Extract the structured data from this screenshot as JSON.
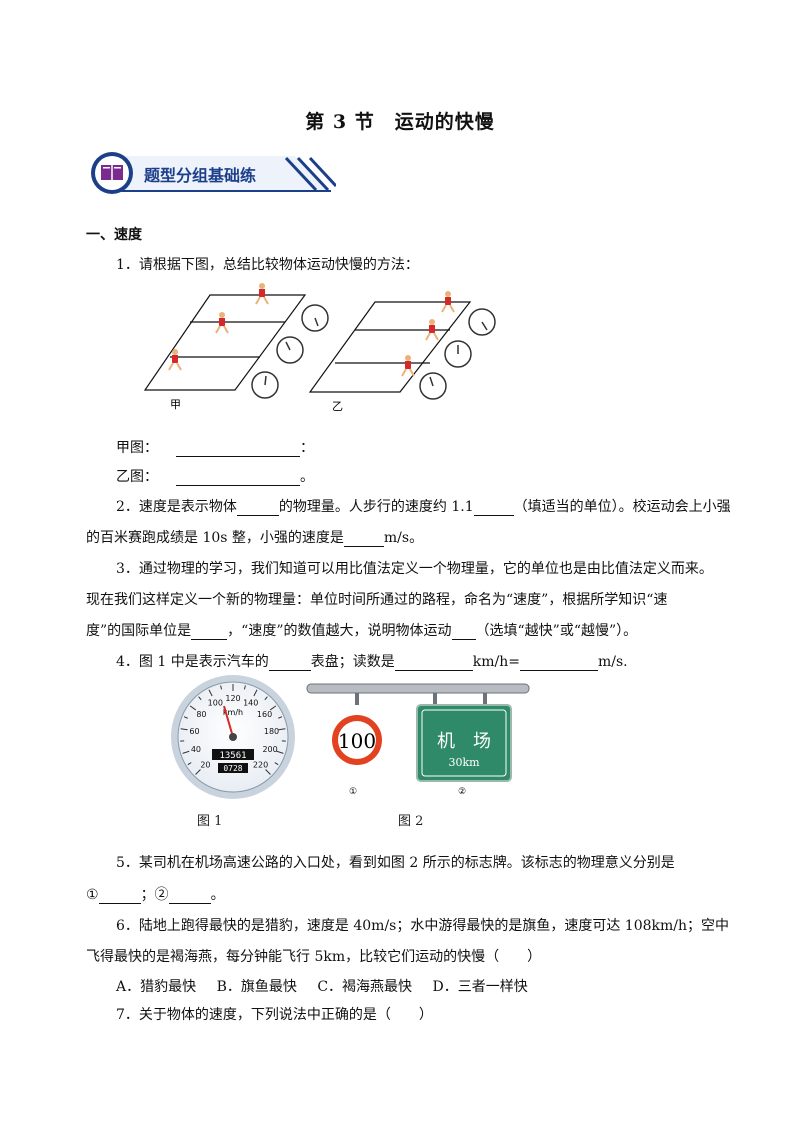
{
  "title": "第 3 节　运动的快慢",
  "banner": {
    "label": "题型分组基础练"
  },
  "section1": {
    "heading": "一、速度"
  },
  "q1": {
    "stem": "1．请根据下图，总结比较物体运动快慢的方法：",
    "fig_a_label": "甲",
    "fig_b_label": "乙",
    "ans_a_prefix": "甲图：",
    "ans_a_suffix": "：",
    "ans_b_prefix": "乙图：",
    "ans_b_suffix": "。"
  },
  "q2": {
    "line1_a": "2．速度是表示物体",
    "line1_b": "的物理量。人步行的速度约 1.1",
    "line1_c": "（填适当的单位）。校运动会上小强",
    "line2_a": "的百米赛跑成绩是 10s 整，小强的速度是",
    "line2_b": "m/s。"
  },
  "q3": {
    "line1": "3．通过物理的学习，我们知道可以用比值法定义一个物理量，它的单位也是由比值法定义而来。",
    "line2": "现在我们这样定义一个新的物理量：单位时间所通过的路程，命名为“速度”，根据所学知识“速",
    "line3_a": "度”的国际单位是",
    "line3_b": "，“速度”的数值越大，说明物体运动",
    "line3_c": "（选填“越快”或“越慢”）。"
  },
  "q4": {
    "stem_a": "4．图 1 中是表示汽车的",
    "stem_b": "表盘；读数是",
    "stem_c": "km/h=",
    "stem_d": "m/s.",
    "speedo_unit": "km/h",
    "speedo_ticks": [
      "20",
      "40",
      "60",
      "80",
      "100",
      "120",
      "140",
      "160",
      "180",
      "200",
      "220"
    ],
    "odometer": "13561",
    "trip": "0728",
    "sign_speed": "100",
    "sign_place": "机　场",
    "sign_distance": "30km",
    "sign_mark_1": "①",
    "sign_mark_2": "②",
    "fig1_label": "图 1",
    "fig2_label": "图 2"
  },
  "q5": {
    "line1": "5．某司机在机场高速公路的入口处，看到如图 2 所示的标志牌。该标志的物理意义分别是",
    "line2_a": "①",
    "line2_b": "；②",
    "line2_c": "。"
  },
  "q6": {
    "line1": "6．陆地上跑得最快的是猎豹，速度是 40m/s；水中游得最快的是旗鱼，速度可达 108km/h；空中",
    "line2": "飞得最快的是褐海燕，每分钟能飞行 5km，比较它们运动的快慢（　　）",
    "options": [
      "A．猎豹最快",
      "B．旗鱼最快",
      "C．褐海燕最快",
      "D．三者一样快"
    ]
  },
  "q7": {
    "stem": "7．关于物体的速度，下列说法中正确的是（　　）"
  },
  "colors": {
    "banner_blue": "#1c3f8a",
    "sign_green": "#2f8a6a",
    "sign_red": "#e2421f",
    "runner_red": "#d62828"
  }
}
